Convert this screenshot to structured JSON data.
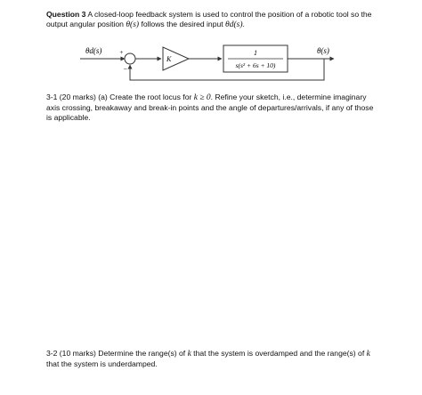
{
  "question": {
    "label": "Question 3",
    "intro": " A closed-loop feedback system is used to control the position of a robotic tool so the output angular position ",
    "theta_out": "θ(s)",
    "intro2": " follows the desired input ",
    "theta_d": "θd(s)",
    "intro_end": "."
  },
  "diagram": {
    "input_label": "θd(s)",
    "output_label": "θ(s)",
    "sum_plus": "+",
    "sum_minus": "−",
    "gain_label": "K",
    "plant_numerator": "1",
    "plant_denominator": "s(s² + 6s + 10)"
  },
  "part1": {
    "prefix": "3-1 (20 marks) (a) Create the root locus for ",
    "condition": "k ≥ 0",
    "text": ". Refine your sketch, i.e., determine imaginary axis crossing, breakaway and break-in points and the angle of departures/arrivals, if any of those is applicable."
  },
  "part2": {
    "prefix": "3-2 (10 marks) Determine the range(s) of ",
    "k1": "k",
    "middle": " that the system is overdamped and the range(s) of ",
    "k2": "k",
    "suffix": " that the system is underdamped."
  }
}
